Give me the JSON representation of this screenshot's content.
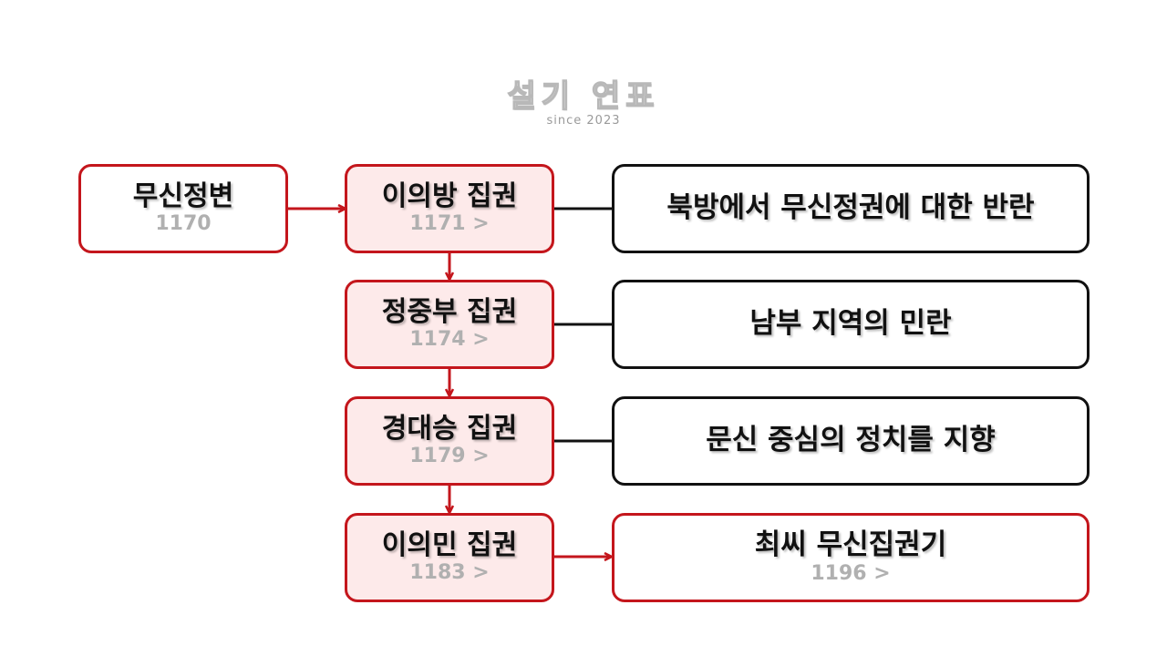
{
  "logo": {
    "title": "설기 연표",
    "subtitle": "since 2023"
  },
  "start": {
    "title": "무신정변",
    "year": "1170"
  },
  "eras": [
    {
      "title": "이의방 집권",
      "year": "1171 >"
    },
    {
      "title": "정중부 집권",
      "year": "1174 >"
    },
    {
      "title": "경대승 집권",
      "year": "1179 >"
    },
    {
      "title": "이의민 집권",
      "year": "1183 >"
    }
  ],
  "events": [
    {
      "text": "북방에서 무신정권에 대한 반란"
    },
    {
      "text": "남부 지역의 민란"
    },
    {
      "text": "문신 중심의 정치를 지향"
    },
    {
      "text": "최씨 무신집권기",
      "year": "1196 >"
    }
  ],
  "colors": {
    "accent": "#c4161c",
    "era_fill": "#fdeaea",
    "outline": "#111111"
  }
}
